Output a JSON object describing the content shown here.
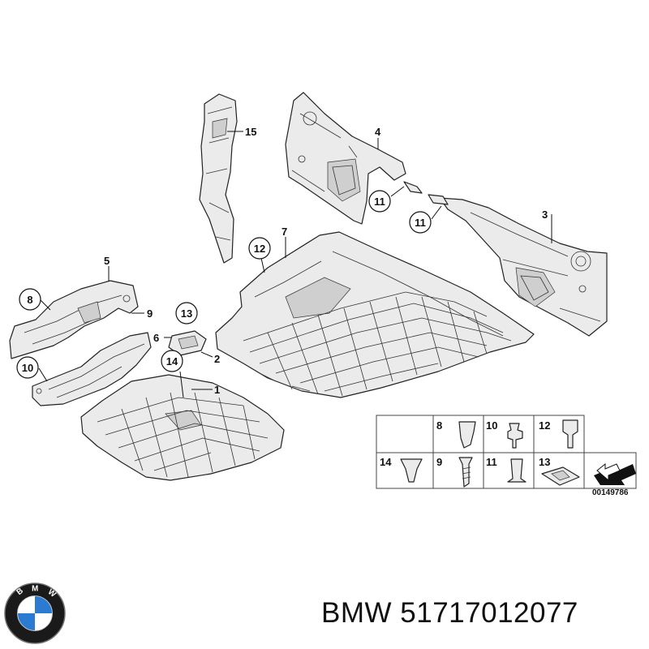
{
  "callouts": [
    "15",
    "4",
    "11",
    "11",
    "3",
    "12",
    "7",
    "5",
    "8",
    "9",
    "13",
    "6",
    "2",
    "14",
    "10",
    "1"
  ],
  "legend": {
    "cells": [
      "8",
      "10",
      "12",
      "14",
      "9",
      "11",
      "13"
    ],
    "diagram_id": "00149786"
  },
  "caption": {
    "brand": "BMW",
    "part_number": "51717012077"
  },
  "logo": {
    "letters": "BMW",
    "colors": {
      "blue": "#2a7bd1",
      "black": "#1a1a1a",
      "white": "#ffffff"
    }
  }
}
